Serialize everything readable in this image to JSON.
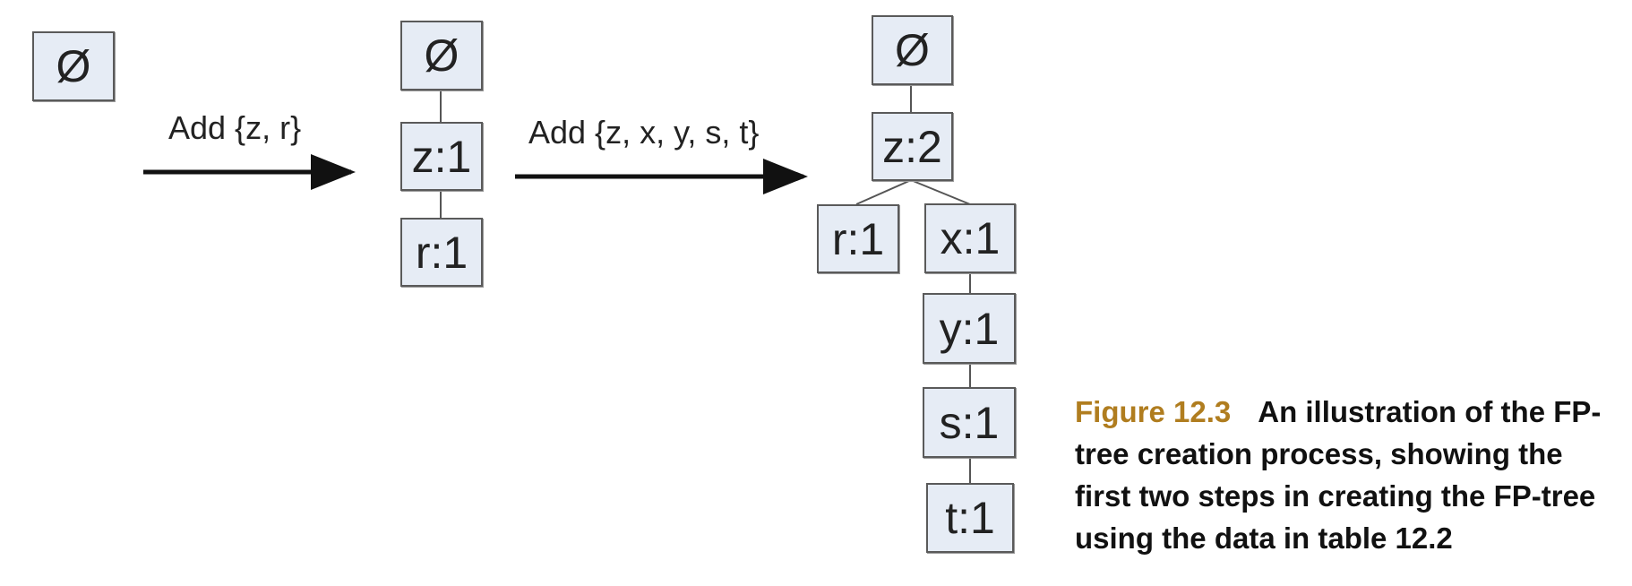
{
  "diagram": {
    "stage1": {
      "root": "Ø"
    },
    "arrow1": {
      "label": "Add {z, r}"
    },
    "stage2": {
      "root": "Ø",
      "nodes": [
        "z:1",
        "r:1"
      ]
    },
    "arrow2": {
      "label": "Add {z, x, y, s, t}"
    },
    "stage3": {
      "root": "Ø",
      "z": "z:2",
      "r": "r:1",
      "x": "x:1",
      "y": "y:1",
      "s": "s:1",
      "t": "t:1"
    }
  },
  "caption": {
    "label": "Figure 12.3",
    "text": "An illustration of the FP-tree creation process, showing the first two steps in creating the FP-tree using the data in table 12.2"
  },
  "colors": {
    "node_fill": "#e6ecf5",
    "node_border": "#5a5a5a",
    "caption_label": "#b07d1f",
    "caption_text": "#111111"
  }
}
